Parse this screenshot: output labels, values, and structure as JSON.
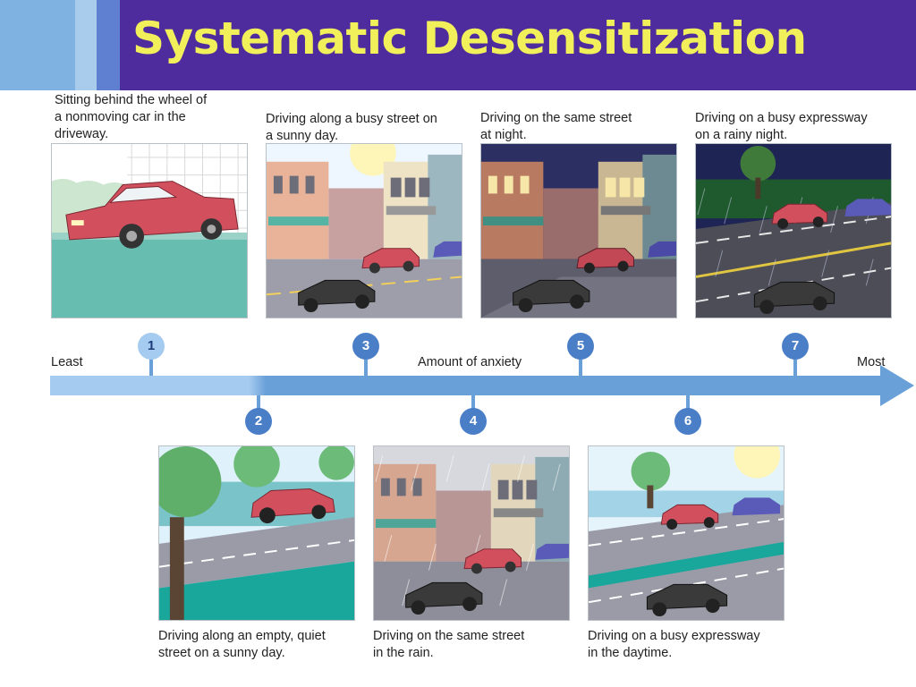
{
  "title": "Systematic Desensitization",
  "axis": {
    "left_label": "Least",
    "center_label": "Amount of anxiety",
    "right_label": "Most",
    "arrow_color_light": "#a6cbf0",
    "arrow_color_dark": "#6aa0d8"
  },
  "steps": [
    {
      "number": "1",
      "caption_lines": [
        "Sitting behind the wheel of",
        "a nonmoving car in the",
        "driveway."
      ]
    },
    {
      "number": "2",
      "caption_lines": [
        "Driving along an empty, quiet",
        "street on a sunny day."
      ]
    },
    {
      "number": "3",
      "caption_lines": [
        "Driving along a busy street on",
        "a sunny day."
      ]
    },
    {
      "number": "4",
      "caption_lines": [
        "Driving on the same street",
        "in the rain."
      ]
    },
    {
      "number": "5",
      "caption_lines": [
        "Driving on the same street",
        "at night."
      ]
    },
    {
      "number": "6",
      "caption_lines": [
        "Driving on a busy expressway",
        "in the daytime."
      ]
    },
    {
      "number": "7",
      "caption_lines": [
        "Driving on a busy expressway",
        "on a rainy night."
      ]
    }
  ],
  "colors": {
    "banner": "#4f2c9e",
    "title": "#f2f05a",
    "marker_light": "#a6cbf0",
    "marker_dark": "#4a7fc8",
    "car_red": "#d2505e",
    "car_black": "#3a3a3a"
  }
}
